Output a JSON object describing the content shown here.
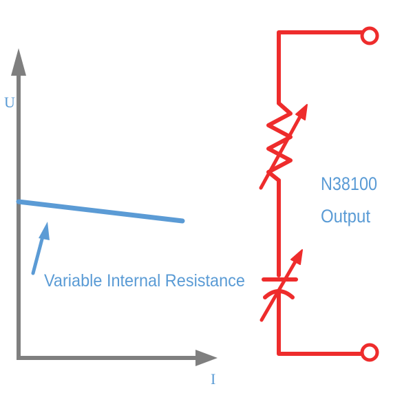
{
  "graph": {
    "y_axis_label": "U",
    "x_axis_label": "I",
    "annotation": "Variable Internal Resistance"
  },
  "circuit": {
    "title_line1": "N38100",
    "title_line2": "Output"
  },
  "colors": {
    "axis": "#7f7f7f",
    "curve": "#5b9bd5",
    "text": "#5a9bd5",
    "circuit": "#ee2c2c"
  }
}
